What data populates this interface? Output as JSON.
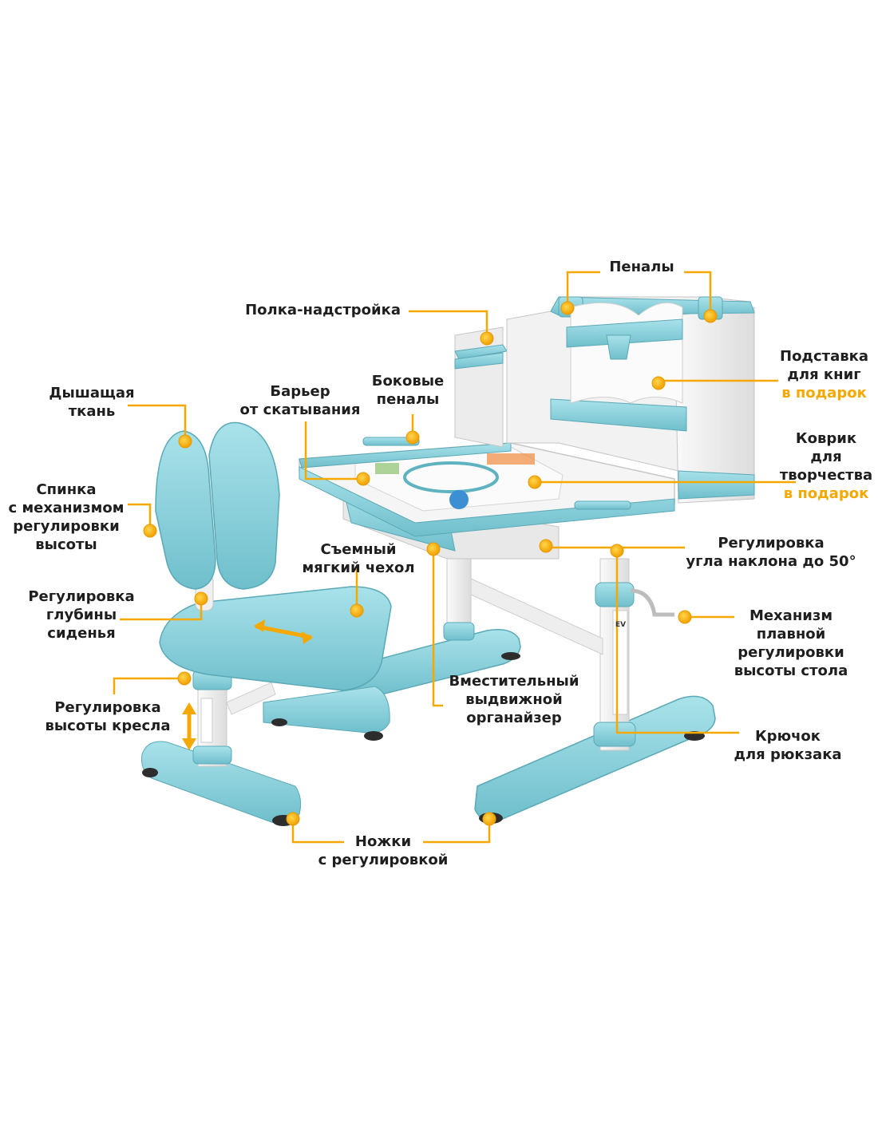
{
  "colors": {
    "accent": "#f5a800",
    "furniture_blue": "#8fd4dd",
    "furniture_blue_dark": "#5fb3c1",
    "furniture_white": "#f1f1f1",
    "text": "#1e1e1e"
  },
  "labels": {
    "penaly": [
      "Пеналы"
    ],
    "polka": [
      "Полка-надстройка"
    ],
    "podstavka": [
      "Подставка",
      "для книг"
    ],
    "podstavka_gift": "в подарок",
    "dyshashchaya": [
      "Дышащая",
      "ткань"
    ],
    "barier": [
      "Барьер",
      "от скатывания"
    ],
    "bokovye": [
      "Боковые",
      "пеналы"
    ],
    "kovrik": [
      "Коврик",
      "для",
      "творчества"
    ],
    "kovrik_gift": "в подарок",
    "spinka": [
      "Спинка",
      "с механизмом",
      "регулировки",
      "высоты"
    ],
    "chehol": [
      "Съемный",
      "мягкий чехол"
    ],
    "naklon": [
      "Регулировка",
      "угла наклона до 50°"
    ],
    "glubina": [
      "Регулировка",
      "глубины",
      "сиденья"
    ],
    "mehanizm": [
      "Механизм",
      "плавной",
      "регулировки",
      "высоты стола"
    ],
    "organizer": [
      "Вместительный",
      "выдвижной",
      "органайзер"
    ],
    "kreslo": [
      "Регулировка",
      "высоты кресла"
    ],
    "kryuchok": [
      "Крючок",
      "для рюкзака"
    ],
    "nozhki": [
      "Ножки",
      "с регулировкой"
    ]
  },
  "product_logo": "EV"
}
